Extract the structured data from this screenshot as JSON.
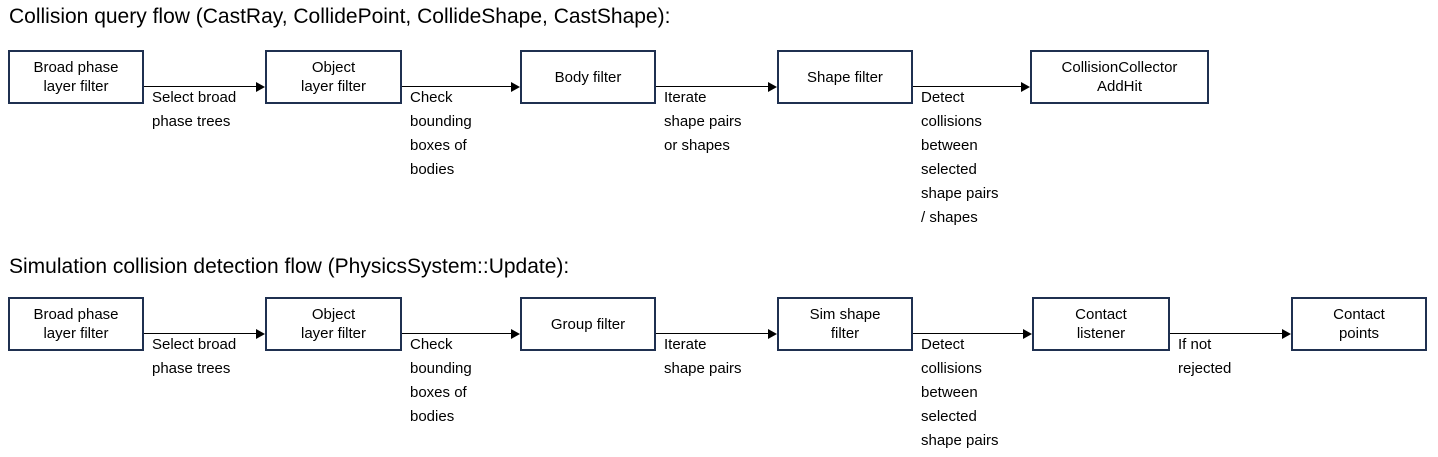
{
  "sections": [
    {
      "title": "Collision query flow (CastRay, CollidePoint, CollideShape, CastShape):",
      "nodes": [
        {
          "label": "Broad phase\nlayer filter"
        },
        {
          "label": "Object\nlayer filter"
        },
        {
          "label": "Body filter"
        },
        {
          "label": "Shape filter"
        },
        {
          "label": "CollisionCollector\nAddHit"
        }
      ],
      "edges": [
        {
          "label": "Select broad\nphase trees"
        },
        {
          "label": "Check\nbounding\nboxes of\nbodies"
        },
        {
          "label": "Iterate\nshape pairs\nor shapes"
        },
        {
          "label": "Detect\ncollisions\nbetween\nselected\nshape pairs\n/ shapes"
        }
      ]
    },
    {
      "title": "Simulation collision detection flow (PhysicsSystem::Update):",
      "nodes": [
        {
          "label": "Broad phase\nlayer filter"
        },
        {
          "label": "Object\nlayer filter"
        },
        {
          "label": "Group filter"
        },
        {
          "label": "Sim shape\nfilter"
        },
        {
          "label": "Contact\nlistener"
        },
        {
          "label": "Contact\npoints"
        }
      ],
      "edges": [
        {
          "label": "Select broad\nphase trees"
        },
        {
          "label": "Check\nbounding\nboxes of\nbodies"
        },
        {
          "label": "Iterate\nshape pairs"
        },
        {
          "label": "Detect\ncollisions\nbetween\nselected\nshape pairs"
        },
        {
          "label": "If not\nrejected"
        }
      ]
    }
  ],
  "style": {
    "box_border_color": "#1F3050",
    "box_fill_color": "#FFFFFF",
    "text_color": "#000000",
    "arrow_color": "#000000",
    "background_color": "#FFFFFF"
  }
}
